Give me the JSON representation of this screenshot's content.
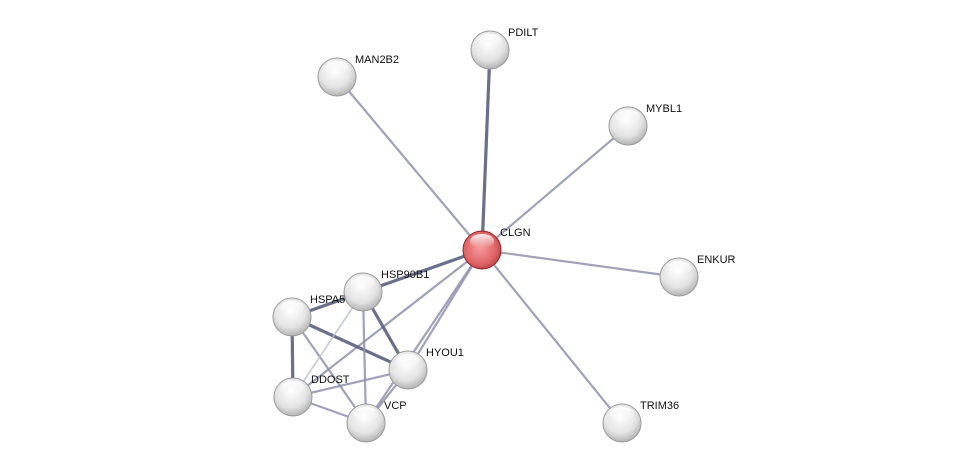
{
  "network": {
    "colors": {
      "query": "#d9464b",
      "node": "#e6e6e6",
      "edge": "#8e92ab",
      "edge_strong": "#5a5f7d"
    },
    "nodes": [
      {
        "id": "CLGN",
        "label": "CLGN",
        "query": true
      },
      {
        "id": "PDILT",
        "label": "PDILT"
      },
      {
        "id": "MAN2B2",
        "label": "MAN2B2"
      },
      {
        "id": "MYBL1",
        "label": "MYBL1"
      },
      {
        "id": "ENKUR",
        "label": "ENKUR"
      },
      {
        "id": "TRIM36",
        "label": "TRIM36"
      },
      {
        "id": "HSP90B1",
        "label": "HSP90B1"
      },
      {
        "id": "HSPA5",
        "label": "HSPA5"
      },
      {
        "id": "HYOU1",
        "label": "HYOU1"
      },
      {
        "id": "DDOST",
        "label": "DDOST"
      },
      {
        "id": "VCP",
        "label": "VCP"
      }
    ],
    "edges": [
      {
        "source": "CLGN",
        "target": "PDILT",
        "strength": "strong"
      },
      {
        "source": "CLGN",
        "target": "MAN2B2",
        "strength": "weak"
      },
      {
        "source": "CLGN",
        "target": "MYBL1",
        "strength": "weak"
      },
      {
        "source": "CLGN",
        "target": "ENKUR",
        "strength": "weak"
      },
      {
        "source": "CLGN",
        "target": "TRIM36",
        "strength": "weak"
      },
      {
        "source": "CLGN",
        "target": "HSP90B1",
        "strength": "strong"
      },
      {
        "source": "CLGN",
        "target": "HYOU1",
        "strength": "weak"
      },
      {
        "source": "CLGN",
        "target": "VCP",
        "strength": "weak"
      },
      {
        "source": "CLGN",
        "target": "DDOST",
        "strength": "weak"
      },
      {
        "source": "HSPA5",
        "target": "HSP90B1",
        "strength": "strong"
      },
      {
        "source": "HSPA5",
        "target": "HYOU1",
        "strength": "strong"
      },
      {
        "source": "HSPA5",
        "target": "DDOST",
        "strength": "strong"
      },
      {
        "source": "HSPA5",
        "target": "VCP",
        "strength": "weak"
      },
      {
        "source": "HSP90B1",
        "target": "HYOU1",
        "strength": "strong"
      },
      {
        "source": "HSP90B1",
        "target": "VCP",
        "strength": "weak"
      },
      {
        "source": "HSP90B1",
        "target": "DDOST",
        "strength": "faint"
      },
      {
        "source": "DDOST",
        "target": "HYOU1",
        "strength": "weak"
      },
      {
        "source": "DDOST",
        "target": "VCP",
        "strength": "weak"
      },
      {
        "source": "VCP",
        "target": "HYOU1",
        "strength": "weak"
      }
    ]
  }
}
